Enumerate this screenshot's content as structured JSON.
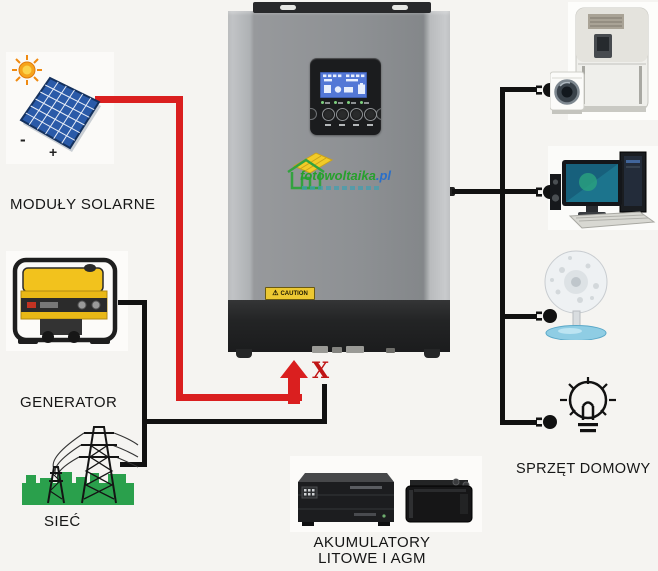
{
  "diagram": {
    "solar": {
      "label": "MODUŁY SOLARNE",
      "minus": "-",
      "plus": "+"
    },
    "generator": {
      "label": "GENERATOR"
    },
    "grid": {
      "label": "SIEĆ"
    },
    "appliances": {
      "label": "SPRZĘT DOMOWY"
    },
    "batteries": {
      "label_line1": "AKUMULATORY",
      "label_line2": "LITOWE I AGM"
    },
    "inverter": {
      "caution": "CAUTION",
      "warning_glyph": "⚠",
      "logo_text": "fotowoltaika",
      "logo_tld": ".pl"
    },
    "blocked_mark": "X",
    "colors": {
      "cable_red": "#da1f1f",
      "cable_black": "#111111",
      "pylon_green": "#2aa04c",
      "lcd_blue": "#5377d6",
      "generator_yellow": "#f0c01d"
    }
  }
}
